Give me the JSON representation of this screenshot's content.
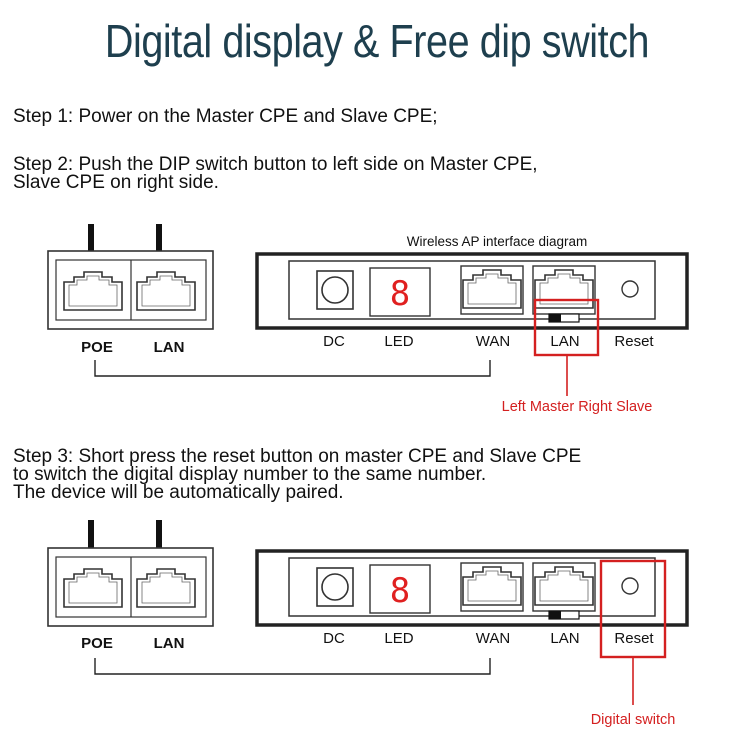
{
  "title": "Digital display & Free dip switch",
  "steps": [
    {
      "text": "Step 1: Power on the Master CPE and Slave CPE;"
    },
    {
      "text": "Step 2: Push the DIP switch button to left side on Master CPE,\nSlave CPE on right side."
    },
    {
      "text": "Step 3: Short press the reset button on master CPE and Slave CPE\nto switch the digital display number to the same number.\nThe device will be automatically paired."
    }
  ],
  "diagram1": {
    "caption": "Wireless AP interface diagram",
    "led_digit": "8",
    "labels": {
      "poe": "POE",
      "lan": "LAN",
      "dc": "DC",
      "led": "LED",
      "wan": "WAN",
      "ap_lan": "LAN",
      "reset": "Reset"
    },
    "callout": "Left Master Right Slave"
  },
  "diagram2": {
    "led_digit": "8",
    "labels": {
      "poe": "POE",
      "lan": "LAN",
      "dc": "DC",
      "led": "LED",
      "wan": "WAN",
      "ap_lan": "LAN",
      "reset": "Reset"
    },
    "callout": "Digital switch"
  },
  "colors": {
    "title": "#1e3f4e",
    "highlight": "#d42020",
    "led": "#e02020"
  }
}
